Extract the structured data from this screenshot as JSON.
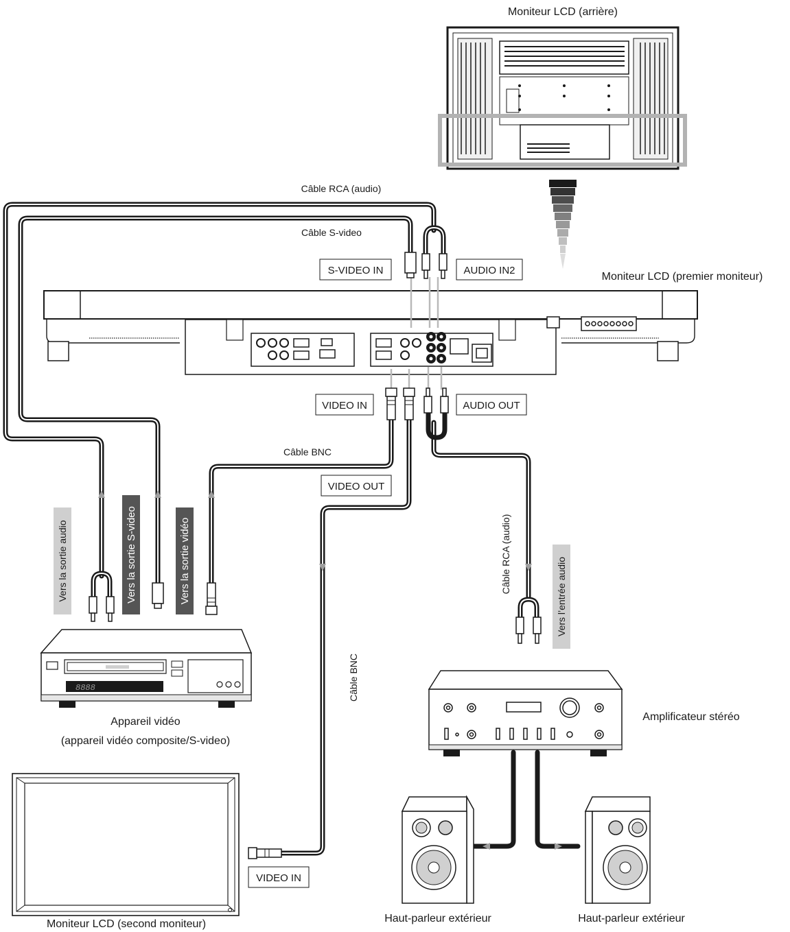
{
  "captions": {
    "rear_monitor": "Moniteur LCD (arrière)",
    "first_monitor": "Moniteur LCD (premier moniteur)",
    "video_device": "Appareil vidéo",
    "video_device_sub": "(appareil vidéo composite/S-video)",
    "second_monitor": "Moniteur LCD (second moniteur)",
    "amplifier": "Amplificateur stéréo",
    "speaker_left": "Haut-parleur extérieur",
    "speaker_right": "Haut-parleur extérieur"
  },
  "cables": {
    "rca_audio": "Câble RCA (audio)",
    "s_video": "Câble S-video",
    "bnc": "Câble BNC"
  },
  "ports": {
    "s_video_in": "S-VIDEO IN",
    "audio_in2": "AUDIO IN2",
    "video_in": "VIDEO IN",
    "audio_out": "AUDIO OUT",
    "video_out": "VIDEO OUT"
  },
  "tags": {
    "audio_output": "Vers la sortie audio",
    "s_video_output": "Vers la sortie S-video",
    "video_output": "Vers la sortie vidéo",
    "audio_input": "Vers l’entrée audio"
  },
  "colors": {
    "line": "#1a1a1a",
    "tag_dark": "#555555",
    "tag_light": "#cfcfcf",
    "highlight": "#b3b3b3"
  }
}
